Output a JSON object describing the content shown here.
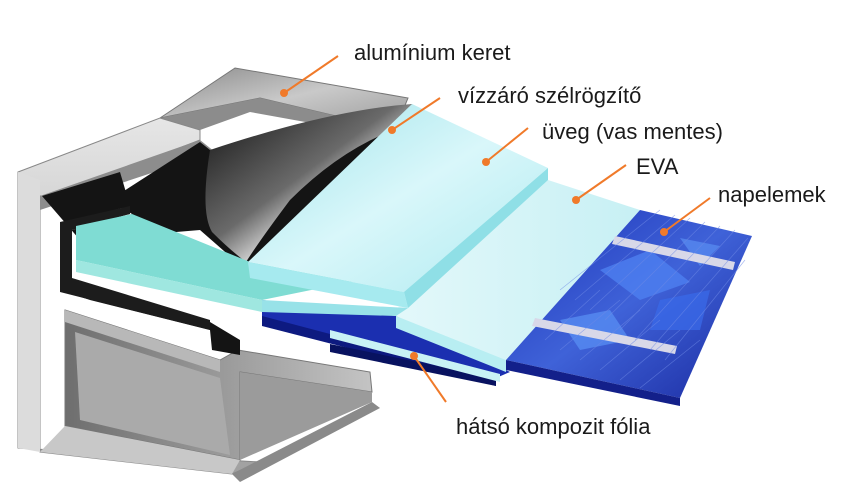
{
  "labels": {
    "frame": "alumínium keret",
    "seal": "vízzáró szélrögzítő",
    "glass": "üveg (vas mentes)",
    "eva": "EVA",
    "cells": "napelemek",
    "backsheet": "hátsó kompozit fólia"
  },
  "colors": {
    "leader": "#f07a2a",
    "glass": "#bfeff4",
    "eva": "#d8f6f8",
    "cells": "#2a45c8",
    "aluminium": "#a9a9a9",
    "seal": "#111111",
    "backsheet": "#1b2fb0"
  }
}
